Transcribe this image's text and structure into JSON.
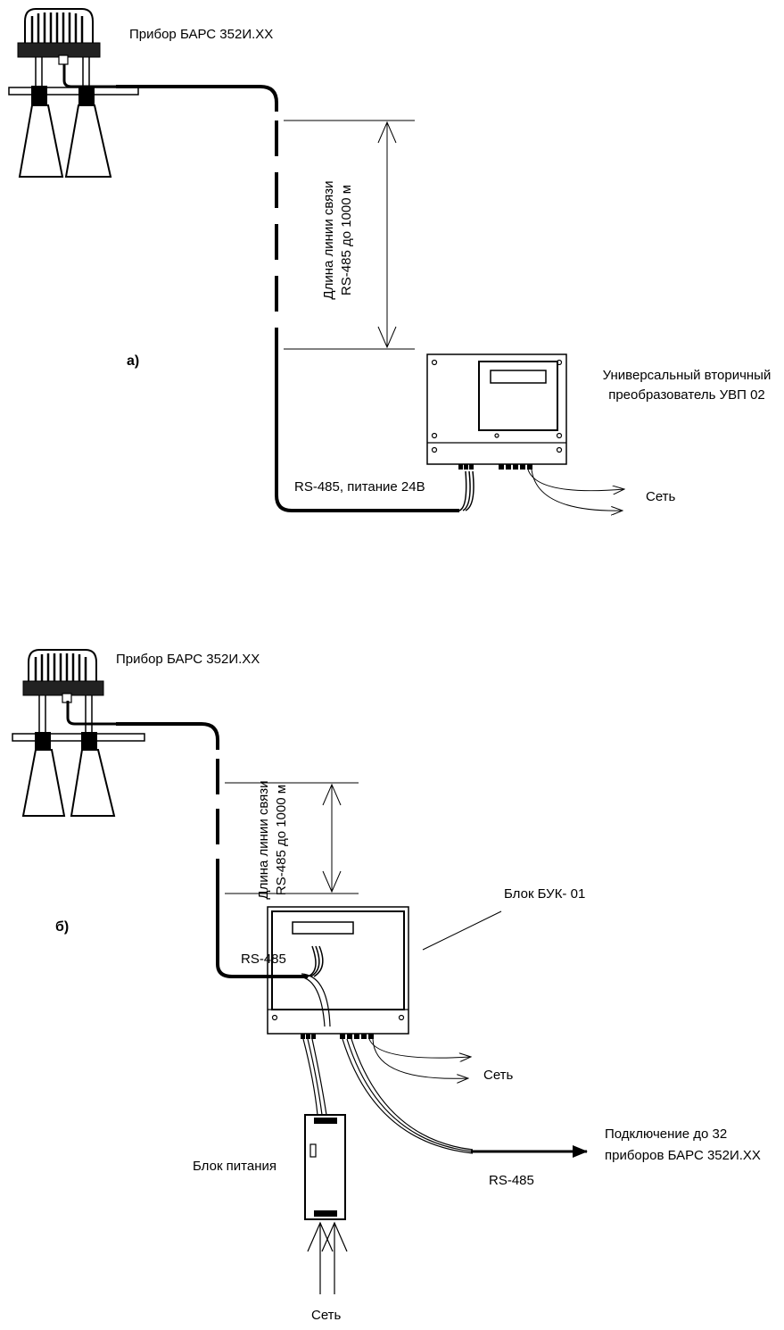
{
  "diagram_a": {
    "panel_label": "а)",
    "device_label": "Прибор БАРС 352И.XX",
    "length_line1": "Длина линии связи",
    "length_line2": "RS-485   до 1000 м",
    "converter_line1": "Универсальный  вторичный",
    "converter_line2": "преобразователь  УВП 02",
    "cable_label": "RS-485, питание  24В",
    "mains_label": "Сеть"
  },
  "diagram_b": {
    "panel_label": "б)",
    "device_label": "Прибор БАРС 352И.XX",
    "length_line1": "Длина линии связи",
    "length_line2": "RS-485   до 1000 м",
    "block_label": "Блок  БУК- 01",
    "rs485_left_label": "RS-485",
    "mains_label": "Сеть",
    "psu_label": "Блок  питания",
    "connect_line1": "Подключение до 32",
    "connect_line2": "приборов БАРС 352И.XX",
    "rs485_bottom_label": "RS-485",
    "psu_mains_label": "Сеть"
  }
}
